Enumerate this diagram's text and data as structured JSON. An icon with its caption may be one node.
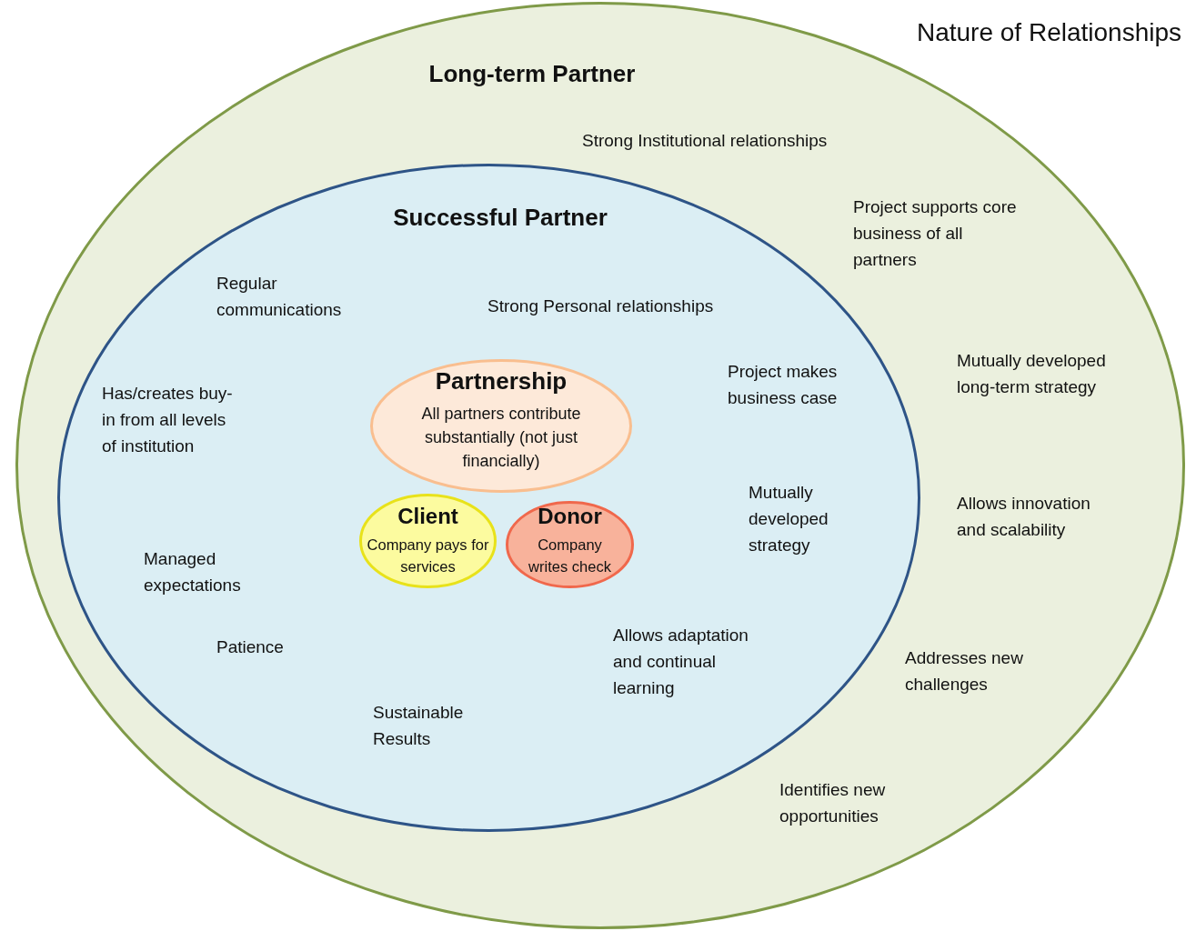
{
  "diagram": {
    "title": "Nature of Relationships",
    "nodes": [
      {
        "text": [
          "Long-term Partner"
        ]
      },
      {
        "text": [
          "Successful Partner"
        ],
        "in": 0
      },
      {
        "text": [
          "Partnership",
          "All partners contribute substantially (not just financially)"
        ],
        "in": 1
      },
      {
        "text": [
          "Client",
          "Company pays for services"
        ],
        "in": 1
      },
      {
        "text": [
          "Donor",
          "Company writes check"
        ],
        "in": 1
      }
    ],
    "labels": [
      "Strong Institutional relationships",
      "Project supports core business of all partners",
      "Regular communications",
      "Strong Personal relationships",
      "Mutually developed long-term strategy",
      "Project makes business case",
      "Has/creates buy-in from all levels of institution",
      "Mutually developed strategy",
      "Allows innovation and scalability",
      "Managed expectations",
      "Allows adaptation and continual learning",
      "Patience",
      "Addresses new challenges",
      "Sustainable Results",
      "Identifies new opportunities"
    ]
  }
}
